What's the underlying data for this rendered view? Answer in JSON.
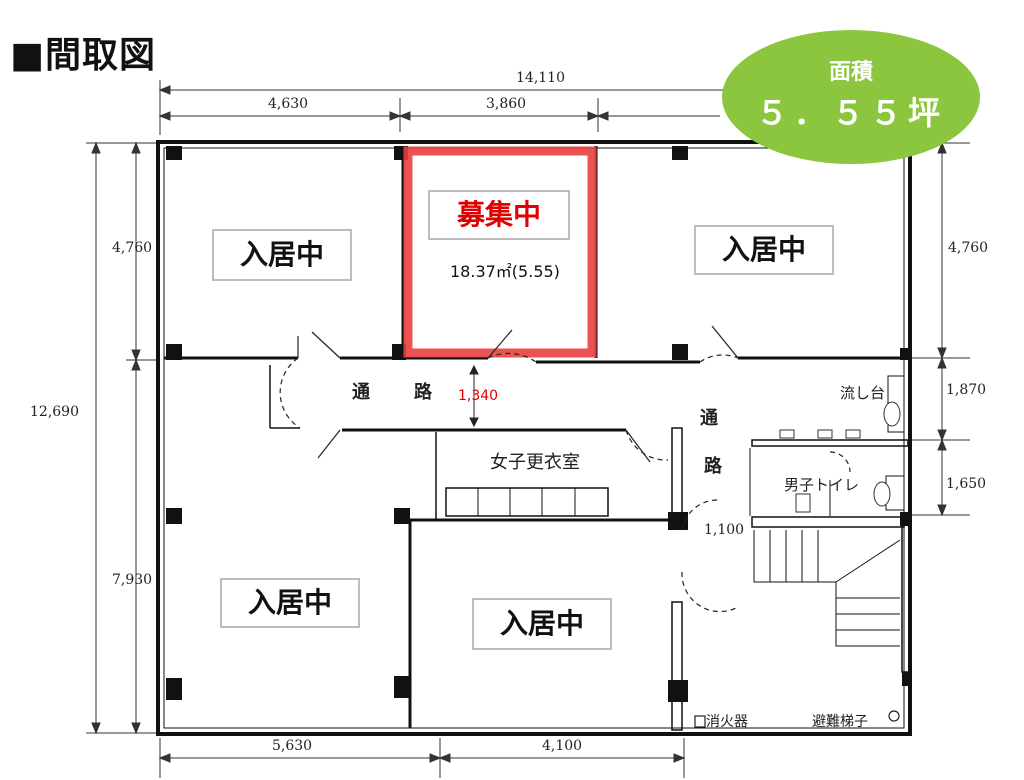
{
  "title": "■間取図",
  "area_badge": {
    "label": "面積",
    "value": "５．５５坪",
    "color": "#8cc63f"
  },
  "rooms": {
    "top_left": "入居中",
    "top_right": "入居中",
    "bottom_left": "入居中",
    "bottom_middle": "入居中",
    "vacant_label": "募集中",
    "vacant_size": "18.37㎡(5.55)"
  },
  "corridor": {
    "horizontal_char1": "通",
    "horizontal_char2": "路",
    "vertical_char1": "通",
    "vertical_char2": "路",
    "width": "1,340"
  },
  "facilities": {
    "womens_locker": "女子更衣室",
    "mens_toilet": "男子トイレ",
    "sink": "流し台",
    "extinguisher": "消火器",
    "escape_ladder": "避難梯子"
  },
  "dimensions": {
    "total_width": "14,110",
    "top_left_width": "4,630",
    "top_mid_width": "3,860",
    "total_height": "12,690",
    "left_top_height": "4,760",
    "left_bottom_height": "7,930",
    "right_top_height": "4,760",
    "right_mid_height": "1,870",
    "right_low_height": "1,650",
    "bottom_left_width": "5,630",
    "bottom_mid_width": "4,100",
    "door_width": "1,100"
  },
  "colors": {
    "vacant_highlight": "#e8403f",
    "vacant_text": "#e00000",
    "corridor_dimension": "#e00000"
  }
}
